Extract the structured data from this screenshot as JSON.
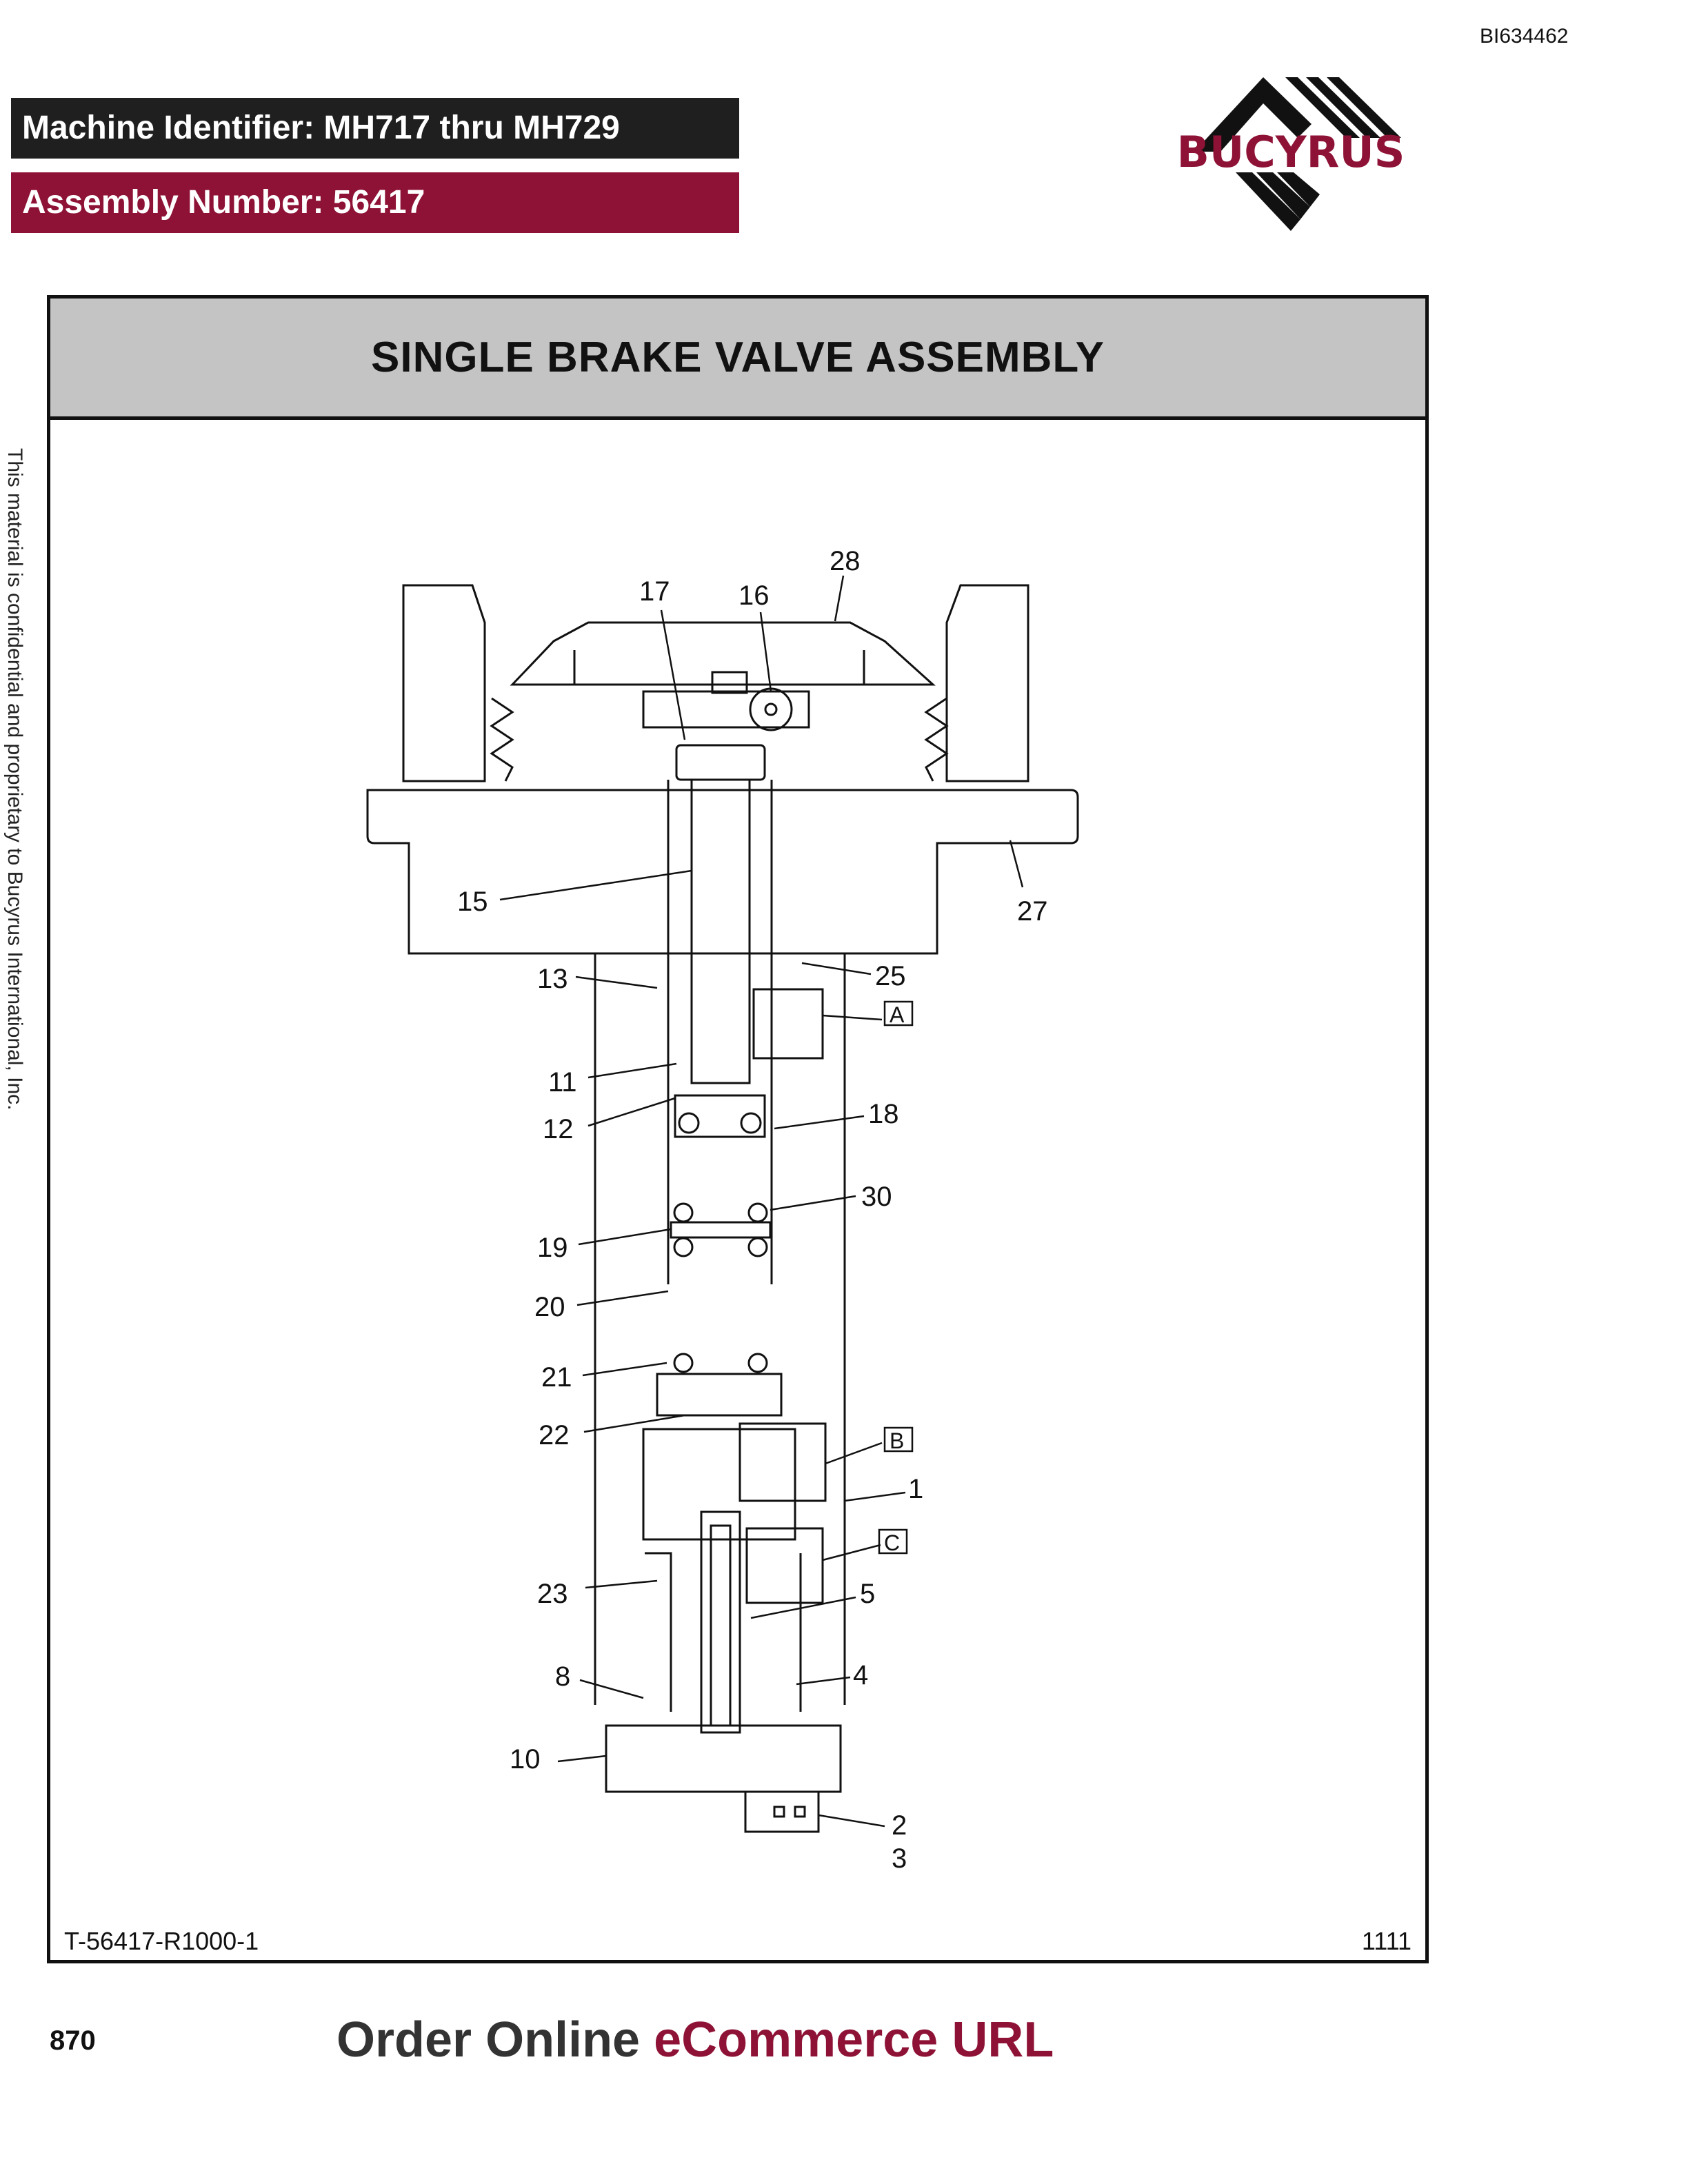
{
  "document_id": "BI634462",
  "machine_identifier": "Machine Identifier: MH717 thru MH729",
  "assembly_number": "Assembly Number: 56417",
  "brand": {
    "name": "BUCYRUS",
    "color": "#8e1236"
  },
  "title": "SINGLE BRAKE VALVE ASSEMBLY",
  "confidential_note": "This material is confidential and proprietary to Bucyrus International, Inc.",
  "drawing_ref": "T-56417-R1000-1",
  "drawing_code": "1111",
  "page_number": "870",
  "footer": {
    "order_prefix": "Order Online",
    "order_link": "eCommerce URL"
  },
  "callouts": {
    "c28": "28",
    "c17": "17",
    "c16": "16",
    "c15": "15",
    "c27": "27",
    "c13": "13",
    "c25": "25",
    "cA": "A",
    "c11": "11",
    "c12": "12",
    "c18": "18",
    "c30": "30",
    "c19": "19",
    "c20": "20",
    "c21": "21",
    "c22": "22",
    "cB": "B",
    "c1": "1",
    "cC": "C",
    "c23": "23",
    "c5": "5",
    "c8": "8",
    "c4": "4",
    "c10": "10",
    "c2": "2",
    "c3": "3"
  },
  "colors": {
    "banner_dark": "#1f1f1f",
    "banner_red": "#8e1236",
    "title_bar": "#c4c4c4"
  }
}
